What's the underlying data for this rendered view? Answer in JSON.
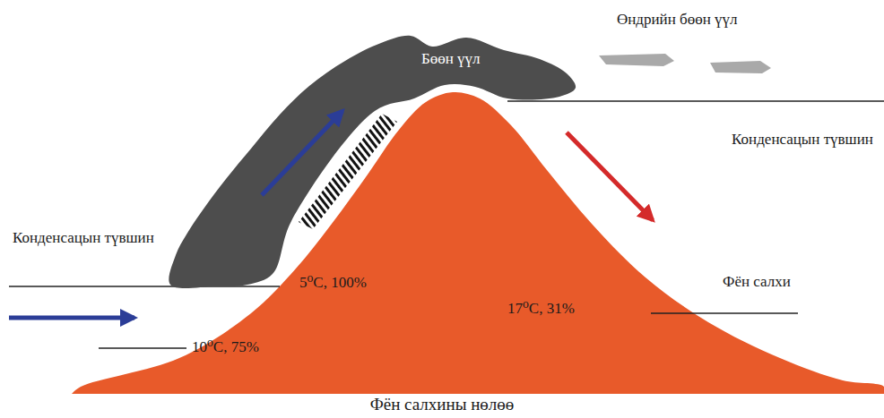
{
  "diagram": {
    "caption": "Фён салхины нөлөө",
    "nodes": [
      {
        "text": [
          "Бөөн үүл"
        ]
      }
    ],
    "labels": [
      "Өндрийн бөөн үүл",
      "Конденсацын түвшин",
      "Конденсацын түвшин",
      "5⁰C, 100%",
      "Фён салхи",
      "17⁰C, 31%",
      "10⁰C, 75%"
    ]
  }
}
